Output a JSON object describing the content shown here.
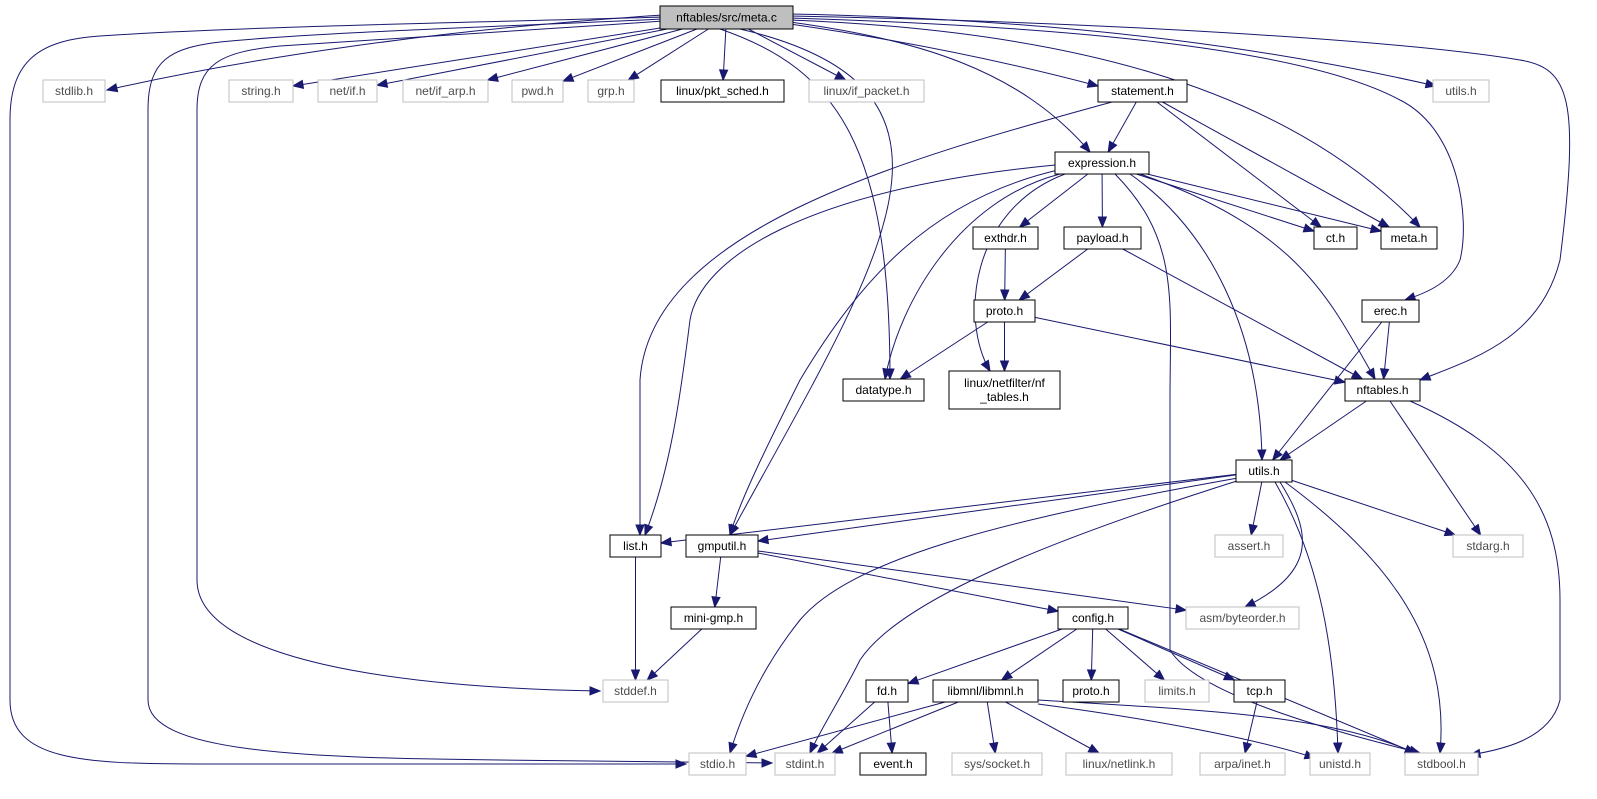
{
  "title": "nftables/src/meta.c",
  "colors": {
    "root_fill": "#bfbfbf",
    "documented_border": "#000000",
    "external_border": "#bfbfbf",
    "documented_text": "#000000",
    "external_text": "#4d4d4d",
    "edge": "#191970"
  },
  "nodes": [
    {
      "id": "meta_c",
      "kind": "root",
      "lines": [
        "nftables/src/meta.c"
      ]
    },
    {
      "id": "stdlib_h",
      "kind": "external",
      "lines": [
        "stdlib.h"
      ]
    },
    {
      "id": "string_h",
      "kind": "external",
      "lines": [
        "string.h"
      ]
    },
    {
      "id": "net_if_h",
      "kind": "external",
      "lines": [
        "net/if.h"
      ]
    },
    {
      "id": "net_if_arp_h",
      "kind": "external",
      "lines": [
        "net/if_arp.h"
      ]
    },
    {
      "id": "pwd_h",
      "kind": "external",
      "lines": [
        "pwd.h"
      ]
    },
    {
      "id": "grp_h",
      "kind": "external",
      "lines": [
        "grp.h"
      ]
    },
    {
      "id": "pkt_sched_h",
      "kind": "documented",
      "lines": [
        "linux/pkt_sched.h"
      ]
    },
    {
      "id": "if_packet_h",
      "kind": "external",
      "lines": [
        "linux/if_packet.h"
      ]
    },
    {
      "id": "statement_h",
      "kind": "documented",
      "lines": [
        "statement.h"
      ]
    },
    {
      "id": "utils_h_top",
      "kind": "external",
      "lines": [
        "utils.h"
      ]
    },
    {
      "id": "expression_h",
      "kind": "documented",
      "lines": [
        "expression.h"
      ]
    },
    {
      "id": "exthdr_h",
      "kind": "documented",
      "lines": [
        "exthdr.h"
      ]
    },
    {
      "id": "payload_h",
      "kind": "documented",
      "lines": [
        "payload.h"
      ]
    },
    {
      "id": "ct_h",
      "kind": "documented",
      "lines": [
        "ct.h"
      ]
    },
    {
      "id": "meta_h",
      "kind": "documented",
      "lines": [
        "meta.h"
      ]
    },
    {
      "id": "proto_h",
      "kind": "documented",
      "lines": [
        "proto.h"
      ]
    },
    {
      "id": "erec_h",
      "kind": "documented",
      "lines": [
        "erec.h"
      ]
    },
    {
      "id": "datatype_h",
      "kind": "documented",
      "lines": [
        "datatype.h"
      ]
    },
    {
      "id": "nf_tables_h",
      "kind": "documented",
      "lines": [
        "linux/netfilter/nf",
        "_tables.h"
      ]
    },
    {
      "id": "nftables_h",
      "kind": "documented",
      "lines": [
        "nftables.h"
      ]
    },
    {
      "id": "utils_h",
      "kind": "documented",
      "lines": [
        "utils.h"
      ]
    },
    {
      "id": "list_h",
      "kind": "documented",
      "lines": [
        "list.h"
      ]
    },
    {
      "id": "gmputil_h",
      "kind": "documented",
      "lines": [
        "gmputil.h"
      ]
    },
    {
      "id": "assert_h",
      "kind": "external",
      "lines": [
        "assert.h"
      ]
    },
    {
      "id": "stdarg_h",
      "kind": "external",
      "lines": [
        "stdarg.h"
      ]
    },
    {
      "id": "mini_gmp_h",
      "kind": "documented",
      "lines": [
        "mini-gmp.h"
      ]
    },
    {
      "id": "config_h",
      "kind": "documented",
      "lines": [
        "config.h"
      ]
    },
    {
      "id": "asm_byteorder_h",
      "kind": "external",
      "lines": [
        "asm/byteorder.h"
      ]
    },
    {
      "id": "stddef_h",
      "kind": "external",
      "lines": [
        "stddef.h"
      ]
    },
    {
      "id": "fd_h",
      "kind": "documented",
      "lines": [
        "fd.h"
      ]
    },
    {
      "id": "libmnl_h",
      "kind": "documented",
      "lines": [
        "libmnl/libmnl.h"
      ]
    },
    {
      "id": "proto_h2",
      "kind": "documented",
      "lines": [
        "proto.h"
      ]
    },
    {
      "id": "limits_h",
      "kind": "external",
      "lines": [
        "limits.h"
      ]
    },
    {
      "id": "tcp_h",
      "kind": "documented",
      "lines": [
        "tcp.h"
      ]
    },
    {
      "id": "stdio_h",
      "kind": "external",
      "lines": [
        "stdio.h"
      ]
    },
    {
      "id": "stdint_h",
      "kind": "external",
      "lines": [
        "stdint.h"
      ]
    },
    {
      "id": "event_h",
      "kind": "documented",
      "lines": [
        "event.h"
      ]
    },
    {
      "id": "sys_socket_h",
      "kind": "external",
      "lines": [
        "sys/socket.h"
      ]
    },
    {
      "id": "linux_netlink_h",
      "kind": "external",
      "lines": [
        "linux/netlink.h"
      ]
    },
    {
      "id": "arpa_inet_h",
      "kind": "external",
      "lines": [
        "arpa/inet.h"
      ]
    },
    {
      "id": "unistd_h",
      "kind": "external",
      "lines": [
        "unistd.h"
      ]
    },
    {
      "id": "stdbool_h",
      "kind": "external",
      "lines": [
        "stdbool.h"
      ]
    }
  ],
  "edges": [
    [
      "meta_c",
      "stdlib_h"
    ],
    [
      "meta_c",
      "string_h"
    ],
    [
      "meta_c",
      "net_if_h"
    ],
    [
      "meta_c",
      "net_if_arp_h"
    ],
    [
      "meta_c",
      "pwd_h"
    ],
    [
      "meta_c",
      "grp_h"
    ],
    [
      "meta_c",
      "pkt_sched_h"
    ],
    [
      "meta_c",
      "if_packet_h"
    ],
    [
      "meta_c",
      "statement_h"
    ],
    [
      "meta_c",
      "utils_h_top"
    ],
    [
      "meta_c",
      "expression_h"
    ],
    [
      "meta_c",
      "meta_h"
    ],
    [
      "meta_c",
      "erec_h"
    ],
    [
      "meta_c",
      "nftables_h"
    ],
    [
      "meta_c",
      "datatype_h"
    ],
    [
      "meta_c",
      "gmputil_h"
    ],
    [
      "meta_c",
      "stddef_h"
    ],
    [
      "meta_c",
      "stdint_h"
    ],
    [
      "meta_c",
      "stdio_h"
    ],
    [
      "statement_h",
      "expression_h"
    ],
    [
      "statement_h",
      "list_h"
    ],
    [
      "statement_h",
      "ct_h"
    ],
    [
      "statement_h",
      "meta_h"
    ],
    [
      "expression_h",
      "exthdr_h"
    ],
    [
      "expression_h",
      "payload_h"
    ],
    [
      "expression_h",
      "ct_h"
    ],
    [
      "expression_h",
      "meta_h"
    ],
    [
      "expression_h",
      "datatype_h"
    ],
    [
      "expression_h",
      "nf_tables_h"
    ],
    [
      "expression_h",
      "nftables_h"
    ],
    [
      "expression_h",
      "utils_h"
    ],
    [
      "expression_h",
      "list_h"
    ],
    [
      "expression_h",
      "gmputil_h"
    ],
    [
      "expression_h",
      "stdbool_h"
    ],
    [
      "exthdr_h",
      "proto_h"
    ],
    [
      "payload_h",
      "proto_h"
    ],
    [
      "payload_h",
      "nftables_h"
    ],
    [
      "proto_h",
      "datatype_h"
    ],
    [
      "proto_h",
      "nf_tables_h"
    ],
    [
      "proto_h",
      "nftables_h"
    ],
    [
      "erec_h",
      "nftables_h"
    ],
    [
      "erec_h",
      "utils_h"
    ],
    [
      "nftables_h",
      "utils_h"
    ],
    [
      "nftables_h",
      "stdarg_h"
    ],
    [
      "nftables_h",
      "stdbool_h"
    ],
    [
      "utils_h",
      "list_h"
    ],
    [
      "utils_h",
      "gmputil_h"
    ],
    [
      "utils_h",
      "assert_h"
    ],
    [
      "utils_h",
      "stdarg_h"
    ],
    [
      "utils_h",
      "asm_byteorder_h"
    ],
    [
      "utils_h",
      "unistd_h"
    ],
    [
      "utils_h",
      "stdbool_h"
    ],
    [
      "utils_h",
      "stdint_h"
    ],
    [
      "utils_h",
      "stdio_h"
    ],
    [
      "list_h",
      "stddef_h"
    ],
    [
      "gmputil_h",
      "mini_gmp_h"
    ],
    [
      "gmputil_h",
      "config_h"
    ],
    [
      "gmputil_h",
      "asm_byteorder_h"
    ],
    [
      "mini_gmp_h",
      "stddef_h"
    ],
    [
      "config_h",
      "fd_h"
    ],
    [
      "config_h",
      "libmnl_h"
    ],
    [
      "config_h",
      "proto_h2"
    ],
    [
      "config_h",
      "limits_h"
    ],
    [
      "config_h",
      "tcp_h"
    ],
    [
      "config_h",
      "stdbool_h"
    ],
    [
      "fd_h",
      "stdint_h"
    ],
    [
      "fd_h",
      "event_h"
    ],
    [
      "libmnl_h",
      "stdio_h"
    ],
    [
      "libmnl_h",
      "stdint_h"
    ],
    [
      "libmnl_h",
      "sys_socket_h"
    ],
    [
      "libmnl_h",
      "linux_netlink_h"
    ],
    [
      "libmnl_h",
      "unistd_h"
    ],
    [
      "libmnl_h",
      "stdbool_h"
    ],
    [
      "tcp_h",
      "arpa_inet_h"
    ]
  ]
}
